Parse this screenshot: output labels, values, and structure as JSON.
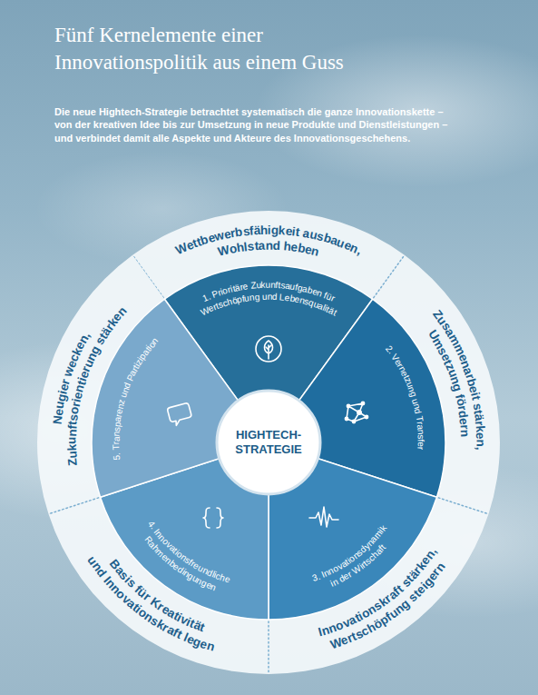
{
  "diagram": {
    "title": "Fünf Kernelemente einer Innovationspolitik aus einem Guss",
    "nodes": [
      {
        "text": [
          "Wettbewerbsfähigkeit ausbauen, Wohlstand heben"
        ]
      },
      {
        "text": [
          "Zusammenarbeit stärken, Umsetzung fördern"
        ]
      },
      {
        "text": [
          "Innovationskraft stärken, Wertschöpfung steigern"
        ]
      },
      {
        "text": [
          "Basis für Kreativität und Innovationskraft legen"
        ]
      },
      {
        "text": [
          "Neugier wecken, Zukunftsorientierung stärken"
        ]
      },
      {
        "text": [
          "1. Prioritäre Zukunftsaufgaben für Wertschöpfung und Lebensqualität"
        ]
      },
      {
        "text": [
          "2. Vernetzung und Transfer"
        ]
      },
      {
        "text": [
          "3. Innovationsdynamik in der Wirtschaft"
        ]
      },
      {
        "text": [
          "4. Innovationsfreundliche Rahmenbedingungen"
        ]
      },
      {
        "text": [
          "5. Transparenz und Partizipation"
        ]
      },
      {
        "text": [
          "HIGHTECH-STRATEGIE"
        ]
      }
    ],
    "labels": [
      "Die neue Hightech-Strategie betrachtet systematisch die ganze Innovationskette – von der kreativen Idee bis zur Umsetzung in neue Produkte und Dienstleistungen – und verbindet damit alle Aspekte und Akteure des Innovationsgeschehens."
    ]
  }
}
